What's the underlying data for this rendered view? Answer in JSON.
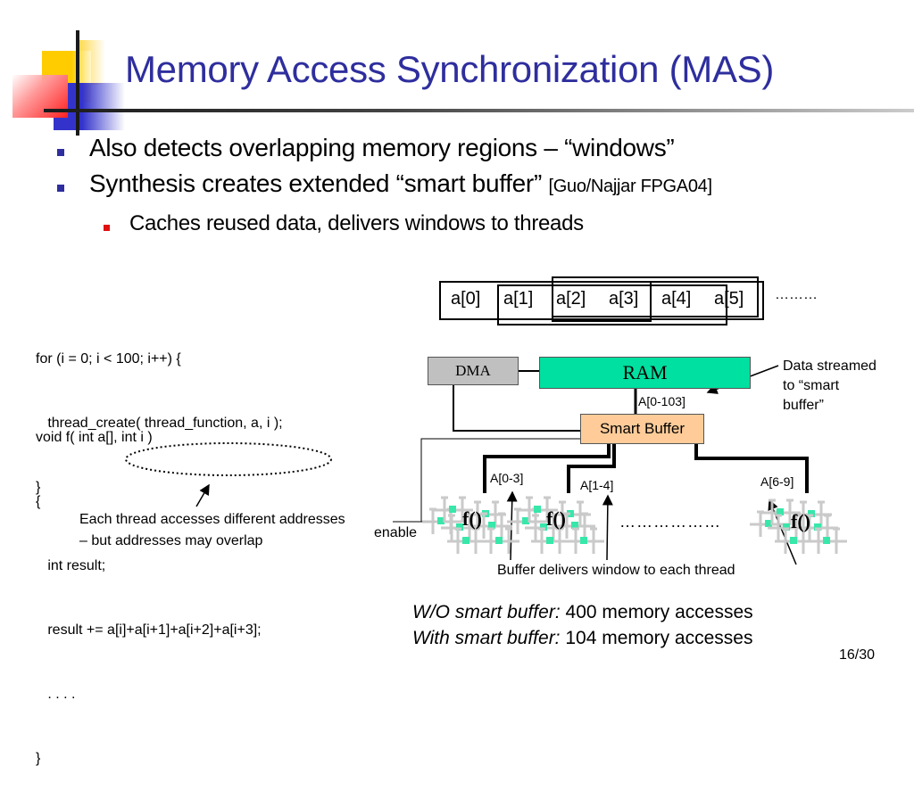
{
  "slide": {
    "title": "Memory Access Synchronization (MAS)",
    "bullets": [
      {
        "text": "Also detects overlapping memory regions – “windows”",
        "citation": ""
      },
      {
        "text": "Synthesis creates extended “smart buffer”",
        "citation": "[Guo/Najjar FPGA04]"
      }
    ],
    "sub_bullets": [
      {
        "text": "Caches reused data, delivers windows to threads"
      }
    ],
    "page_number": "16/30",
    "colors": {
      "title": "#2e2e9e",
      "bullet": "#2e2e9e",
      "sub_bullet": "#e01010",
      "ram": "#00e0a0",
      "smart_buffer": "#ffcc99",
      "dma": "#c0c0c0",
      "compute_node": "#2ee6a6"
    }
  },
  "code": {
    "loop": [
      "for (i = 0; i < 100; i++) {",
      "   thread_create( thread_function, a, i );",
      "}"
    ],
    "function": [
      "void f( int a[], int i )",
      "{",
      "   int result;",
      "   result += a[i]+a[i+1]+a[i+2]+a[i+3];",
      "   . . . .",
      "}"
    ],
    "note": "Each thread accesses different addresses – but addresses may overlap"
  },
  "diagram": {
    "array_cells": [
      "a[0]",
      "a[1]",
      "a[2]",
      "a[3]",
      "a[4]",
      "a[5]"
    ],
    "array_ellipsis": "………",
    "dma_label": "DMA",
    "ram_label": "RAM",
    "ram_bus_label": "A[0-103]",
    "smart_buffer_label": "Smart Buffer",
    "stream_note": [
      "Data streamed",
      "to “smart",
      "buffer”"
    ],
    "windows": [
      "A[0-3]",
      "A[1-4]",
      "A[6-9]"
    ],
    "function_label": "f()",
    "thread_ellipsis": "………………",
    "enable_label": "enable",
    "deliver_note": "Buffer delivers window to each thread"
  },
  "results": [
    {
      "label": "W/O smart buffer:",
      "value": "400 memory accesses"
    },
    {
      "label": "With smart buffer:",
      "value": "104 memory accesses"
    }
  ]
}
